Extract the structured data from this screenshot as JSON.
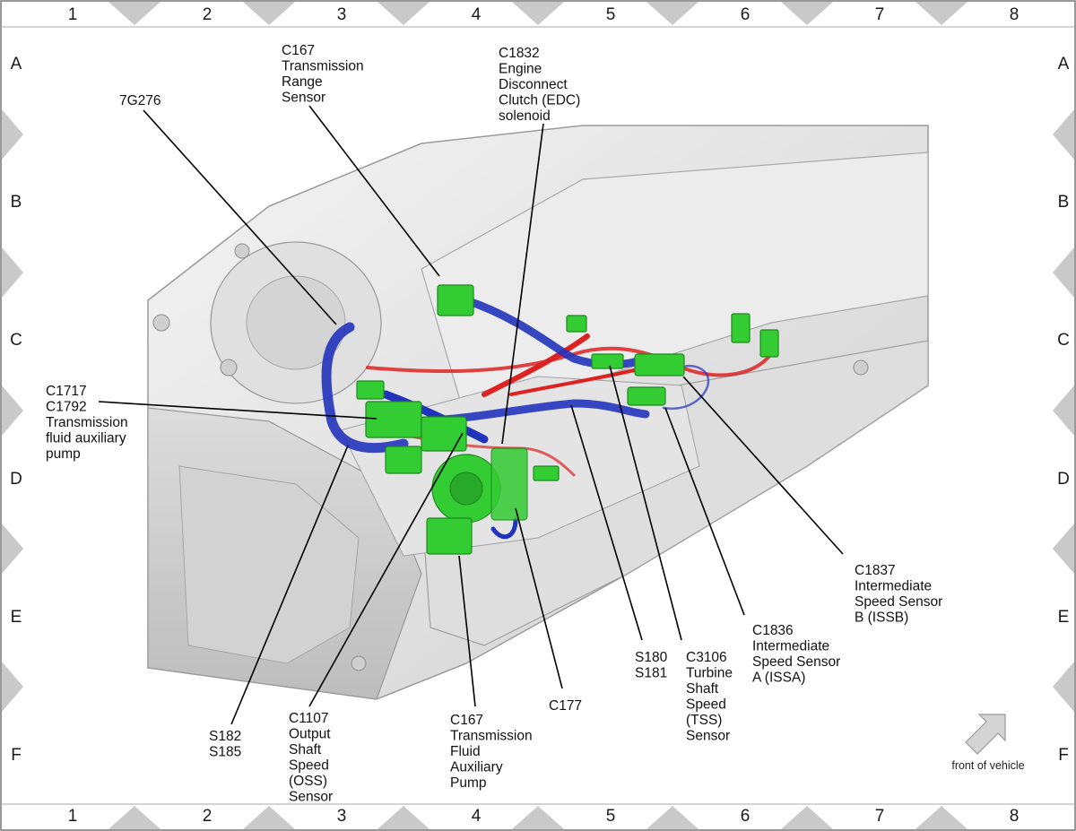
{
  "grid": {
    "columns": [
      "1",
      "2",
      "3",
      "4",
      "5",
      "6",
      "7",
      "8"
    ],
    "rows": [
      "A",
      "B",
      "C",
      "D",
      "E",
      "F"
    ]
  },
  "callouts": [
    {
      "id": "c167-trs",
      "lines": [
        "C167",
        "Transmission",
        "Range",
        "Sensor"
      ]
    },
    {
      "id": "c1832",
      "lines": [
        "C1832",
        "Engine",
        "Disconnect",
        "Clutch (EDC)",
        "solenoid"
      ]
    },
    {
      "id": "7g276",
      "lines": [
        "7G276"
      ]
    },
    {
      "id": "c1717",
      "lines": [
        "C1717",
        "C1792",
        "Transmission",
        "fluid auxiliary",
        "pump"
      ]
    },
    {
      "id": "c1837",
      "lines": [
        "C1837",
        "Intermediate",
        "Speed Sensor",
        "B (ISSB)"
      ]
    },
    {
      "id": "c1836",
      "lines": [
        "C1836",
        "Intermediate",
        "Speed Sensor",
        "A (ISSA)"
      ]
    },
    {
      "id": "c3106",
      "lines": [
        "C3106",
        "Turbine",
        "Shaft",
        "Speed",
        "(TSS)",
        "Sensor"
      ]
    },
    {
      "id": "s180",
      "lines": [
        "S180",
        "S181"
      ]
    },
    {
      "id": "c177",
      "lines": [
        "C177"
      ]
    },
    {
      "id": "c167-tfap",
      "lines": [
        "C167",
        "Transmission",
        "Fluid",
        "Auxiliary",
        "Pump"
      ]
    },
    {
      "id": "c1107",
      "lines": [
        "C1107",
        "Output",
        "Shaft",
        "Speed",
        "(OSS)",
        "Sensor"
      ]
    },
    {
      "id": "s182",
      "lines": [
        "S182",
        "S185"
      ]
    }
  ],
  "direction_note": {
    "label": "front of vehicle",
    "icon": "arrow-up-right-icon"
  },
  "colors": {
    "connector": "#33cc33",
    "harness_blue": "#2233bb",
    "harness_red": "#dd2222",
    "housing": "#e6e6e6",
    "border_triangle": "#c9c9c9"
  }
}
